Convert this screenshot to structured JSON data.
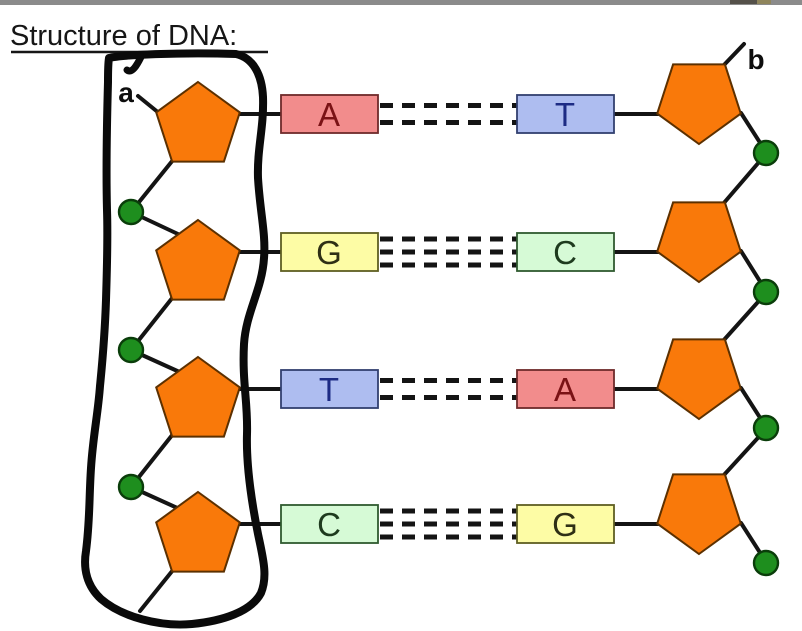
{
  "window": {
    "top_bar_color": "#8B8B8B"
  },
  "title": {
    "text": "Structure of DNA:"
  },
  "annotations": {
    "a_label": "a",
    "b_label": "b"
  },
  "colors": {
    "background": "#FFFFFF",
    "sugar_fill": "#F9790A",
    "phosphate_fill": "#1E8E1E",
    "bond": "#141414",
    "loop": "#0A0A0A"
  },
  "rows": [
    {
      "left": {
        "base": "A",
        "fill": "#F28C8C",
        "ink": "#7A1215"
      },
      "right": {
        "base": "T",
        "fill": "#AEBDF0",
        "ink": "#1D2B84"
      },
      "hydrogen_bonds": 2
    },
    {
      "left": {
        "base": "G",
        "fill": "#FDFCA5",
        "ink": "#2F2F15"
      },
      "right": {
        "base": "C",
        "fill": "#D6FAD6",
        "ink": "#1E3A1E"
      },
      "hydrogen_bonds": 3
    },
    {
      "left": {
        "base": "T",
        "fill": "#AEBDF0",
        "ink": "#1D2B84"
      },
      "right": {
        "base": "A",
        "fill": "#F28C8C",
        "ink": "#7A1215"
      },
      "hydrogen_bonds": 2
    },
    {
      "left": {
        "base": "C",
        "fill": "#D6FAD6",
        "ink": "#1E3A1E"
      },
      "right": {
        "base": "G",
        "fill": "#FDFCA5",
        "ink": "#2F2F15"
      },
      "hydrogen_bonds": 3
    }
  ]
}
